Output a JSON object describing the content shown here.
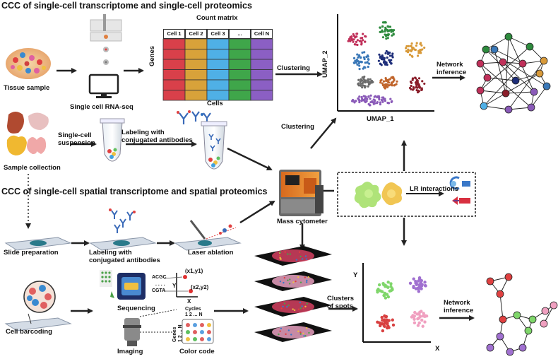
{
  "sections": {
    "top_title": "CCC of single-cell transcriptome and single-cell proteomics",
    "bottom_title": "CCC of single-cell spatial transcriptome and spatial proteomics"
  },
  "labels": {
    "tissue_sample": "Tissue sample",
    "scrnaseq": "Single cell RNA-seq",
    "count_matrix": "Count matrix",
    "genes": "Genes",
    "cells": "Cells",
    "clustering_1": "Clustering",
    "clustering_2": "Clustering",
    "umap1": "UMAP_1",
    "umap2": "UMAP_2",
    "network_inference_1a": "Network",
    "network_inference_1b": "inference",
    "sample_collection": "Sample collection",
    "single_cell_a": "Single-cell",
    "single_cell_b": "suspension",
    "labeling_a": "Labeling with",
    "labeling_b": "conjugated antibodies",
    "mass_cytometer": "Mass cytometer",
    "lr_interactions": "LR interactions",
    "slide_preparation": "Slide preparation",
    "labeling2_a": "Labeling with",
    "labeling2_b": "conjugated antibodies",
    "laser_ablation": "Laser ablation",
    "cell_barcoding": "Cell barcoding",
    "sequencing": "Sequencing",
    "imaging": "Imaging",
    "color_code": "Color code",
    "clusters_a": "Clusters",
    "clusters_b": "of spots",
    "network_inference_2a": "Network",
    "network_inference_2b": "inference",
    "axis_y": "Y",
    "axis_x": "X",
    "seq_acgc": "ACGC",
    "seq_cgta": "CGTA",
    "seq_dots": ". . . .",
    "coord1": "(x1,y1)",
    "coord2": "(x2,y2)",
    "coord_y": "Y",
    "coord_x": "X",
    "cycles": "Cycles",
    "cycles_n": "1 2 ... N",
    "genes_small": "Genes",
    "genes_n": "1 2 ... N"
  },
  "matrix": {
    "headers": [
      "Cell 1",
      "Cell 2",
      "Cell 3",
      "...",
      "Cell N"
    ],
    "colors": [
      "#d9404a",
      "#d8a23a",
      "#4fb0e6",
      "#3fa64a",
      "#8b5fc4"
    ],
    "rows": 6
  },
  "umap_colors": [
    "#c0305a",
    "#2e8b3e",
    "#3a78b8",
    "#1e2e7a",
    "#d89a3a",
    "#6a6a6a",
    "#c0642a",
    "#8a1e2a",
    "#8a5ab8"
  ],
  "spot_colors": [
    "#7fd66a",
    "#a070d0",
    "#d84040",
    "#f0a0c0"
  ]
}
